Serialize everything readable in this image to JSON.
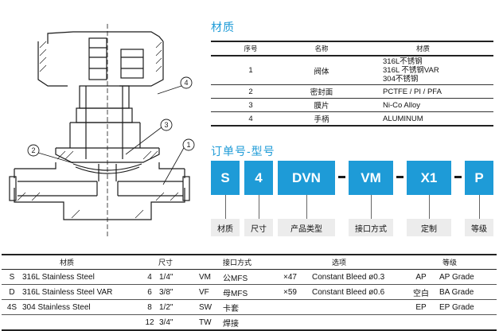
{
  "drawing": {
    "callouts": [
      "1",
      "2",
      "3",
      "4"
    ]
  },
  "materials": {
    "title": "材质",
    "headers": [
      "序号",
      "名称",
      "材质"
    ],
    "rows": [
      {
        "no": "1",
        "name": "阀体",
        "material_lines": [
          "316L不锈钢",
          "316L 不锈钢VAR",
          "304不锈钢"
        ]
      },
      {
        "no": "2",
        "name": "密封面",
        "material_lines": [
          "PCTFE / PI / PFA"
        ]
      },
      {
        "no": "3",
        "name": "膜片",
        "material_lines": [
          "Ni-Co Alloy"
        ]
      },
      {
        "no": "4",
        "name": "手柄",
        "material_lines": [
          "ALUMINUM"
        ]
      }
    ]
  },
  "order": {
    "title": "订单号-型号",
    "codes": [
      "S",
      "4",
      "DVN",
      "VM",
      "X1",
      "P"
    ],
    "labels": [
      "材质",
      "尺寸",
      "产品类型",
      "接口方式",
      "定制",
      "等级"
    ],
    "accent_color": "#1e9bd7"
  },
  "options": {
    "headers": {
      "material": "材质",
      "size": "尺寸",
      "connection": "接口方式",
      "option": "选项",
      "grade": "等级"
    },
    "rows": [
      {
        "mat_code": "S",
        "mat_desc": "316L Stainless Steel",
        "size_code": "4",
        "size_val": "1/4\"",
        "conn_code": "VM",
        "conn_desc": "公MFS",
        "opt_code": "×47",
        "opt_desc": "Constant Bleed ø0.3",
        "grade_code": "AP",
        "grade_desc": "AP Grade"
      },
      {
        "mat_code": "D",
        "mat_desc": "316L Stainless Steel VAR",
        "size_code": "6",
        "size_val": "3/8\"",
        "conn_code": "VF",
        "conn_desc": "母MFS",
        "opt_code": "×59",
        "opt_desc": "Constant Bleed ø0.6",
        "grade_code": "空白",
        "grade_desc": "BA Grade"
      },
      {
        "mat_code": "4S",
        "mat_desc": "304 Stainless Steel",
        "size_code": "8",
        "size_val": "1/2\"",
        "conn_code": "SW",
        "conn_desc": "卡套",
        "opt_code": "",
        "opt_desc": "",
        "grade_code": "EP",
        "grade_desc": "EP Grade"
      },
      {
        "mat_code": "",
        "mat_desc": "",
        "size_code": "12",
        "size_val": "3/4\"",
        "conn_code": "TW",
        "conn_desc": "焊接",
        "opt_code": "",
        "opt_desc": "",
        "grade_code": "",
        "grade_desc": ""
      }
    ]
  }
}
